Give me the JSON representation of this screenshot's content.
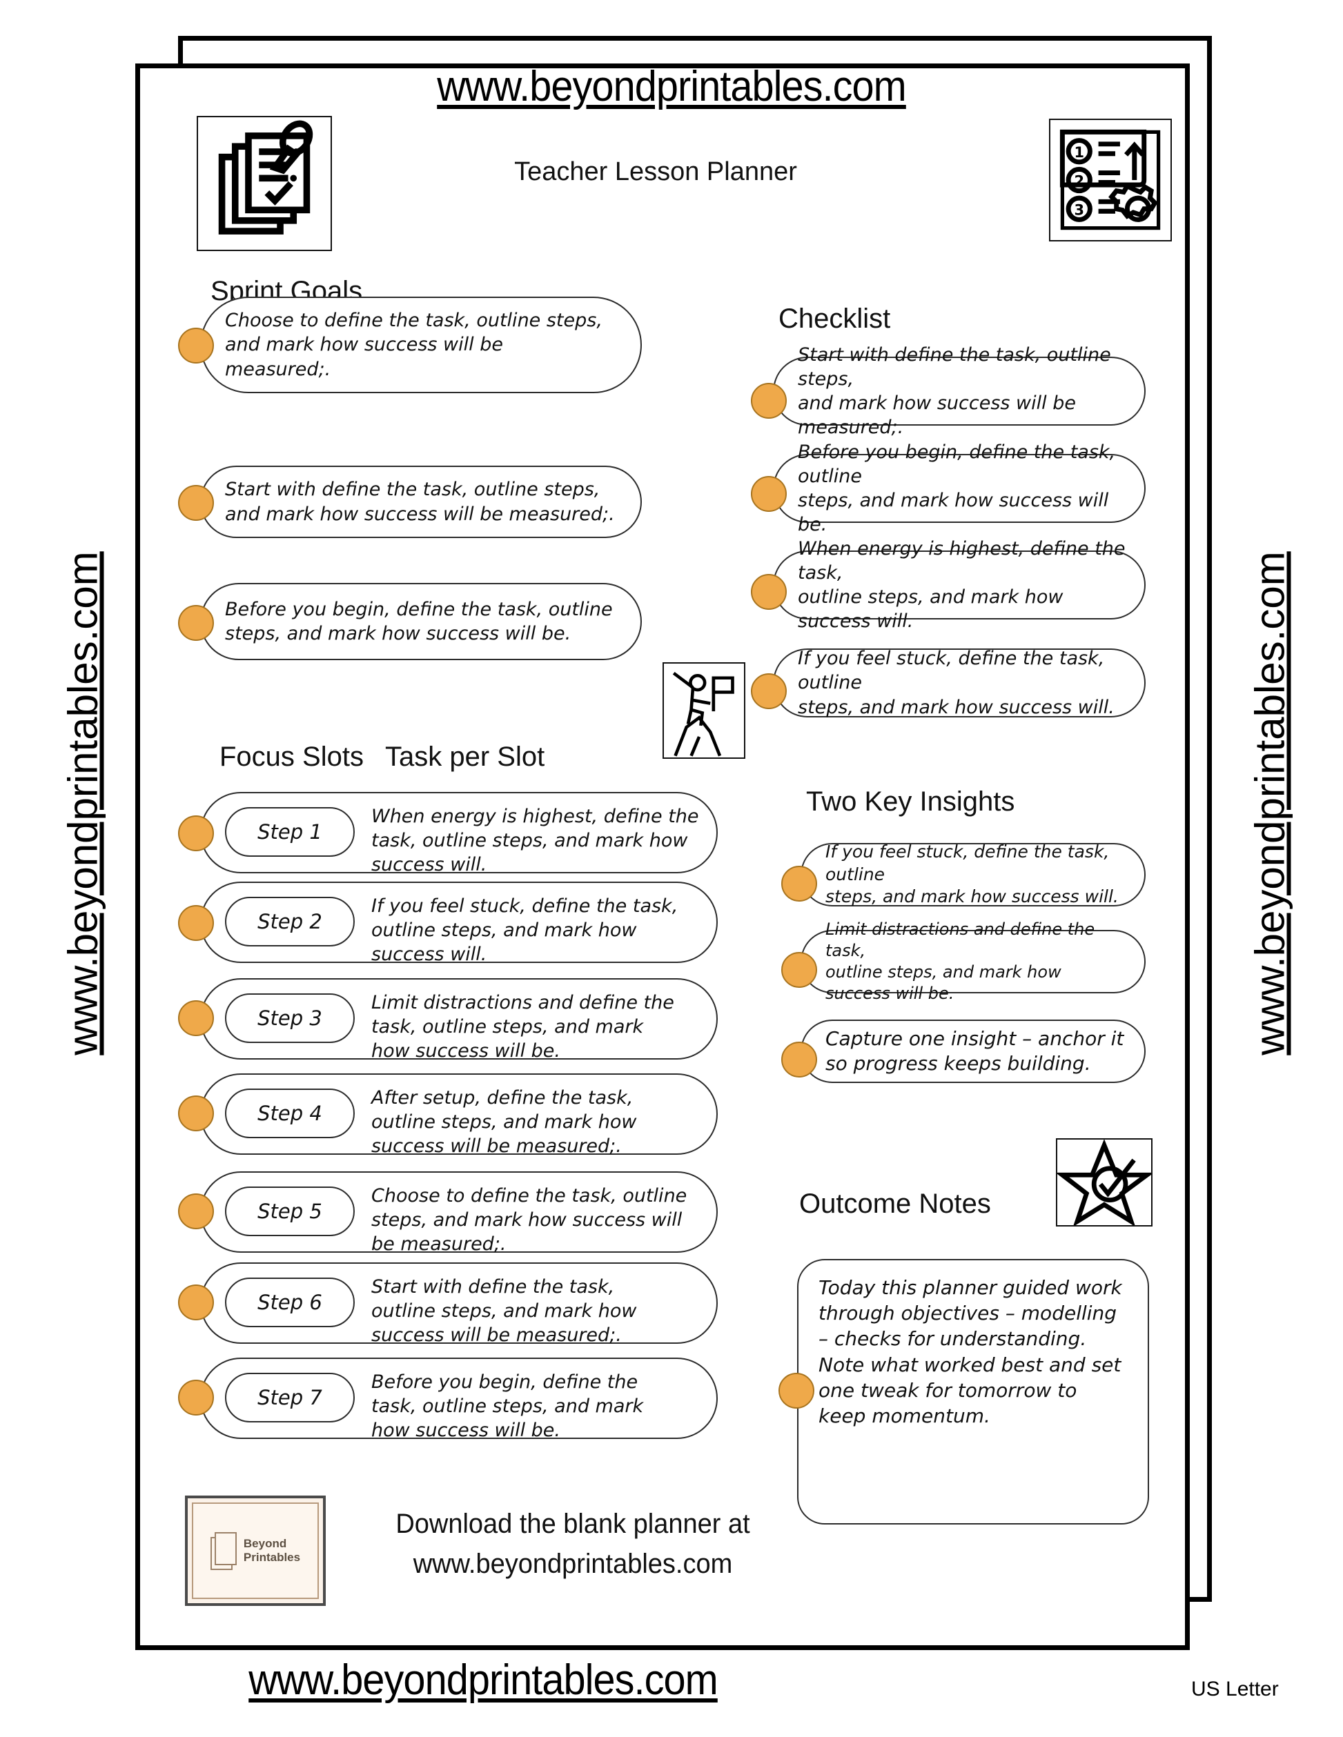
{
  "branding": {
    "watermark_top": "www.beyondprintables.com",
    "watermark_bottom": "www.beyondprintables.com",
    "watermark_left": "www.beyondprintables.com",
    "watermark_right": "www.beyondprintables.com",
    "page_size_label": "US Letter",
    "logo_line1": "Beyond",
    "logo_line2": "Printables",
    "download_cta": "Download the blank planner at\nwww.beyondprintables.com"
  },
  "header": {
    "title": "Teacher Lesson Planner",
    "icon_left": "checklist-documents-pen-icon",
    "icon_right": "numbered-steps-gear-icon"
  },
  "accent_color": "#efa94a",
  "sections": {
    "sprint_goals": {
      "heading": "Sprint Goals",
      "items": [
        "Choose to define the task, outline steps,\nand mark how success will be\nmeasured;.",
        "Start with define the task, outline steps,\nand mark how success will be measured;.",
        "Before you begin, define the task, outline\nsteps, and mark how success will be."
      ]
    },
    "checklist": {
      "heading": "Checklist",
      "icon": "climber-flag-summit-icon",
      "items": [
        "Start with define the task, outline steps,\nand mark how success will be measured;.",
        "Before you begin, define the task, outline\nsteps, and mark how success will be.",
        "When energy is highest, define the task,\noutline steps, and mark how success will.",
        "If you feel stuck, define the task, outline\nsteps, and mark how success will."
      ]
    },
    "focus_slots": {
      "heading_left": "Focus Slots",
      "heading_right": "Task per Slot",
      "rows": [
        {
          "slot": "Step 1",
          "task": "When energy is highest, define the\ntask, outline steps, and mark how\nsuccess will."
        },
        {
          "slot": "Step 2",
          "task": "If you feel stuck, define the task,\noutline steps, and mark how\nsuccess will."
        },
        {
          "slot": "Step 3",
          "task": "Limit distractions and define the\ntask, outline steps, and mark\nhow success will be."
        },
        {
          "slot": "Step 4",
          "task": "After setup, define the task,\noutline steps, and mark how\nsuccess will be measured;."
        },
        {
          "slot": "Step 5",
          "task": "Choose to define the task, outline\nsteps, and mark how success will\nbe measured;."
        },
        {
          "slot": "Step 6",
          "task": "Start with define the task,\noutline steps, and mark how\nsuccess will be measured;."
        },
        {
          "slot": "Step 7",
          "task": "Before you begin, define the\ntask, outline steps, and mark\nhow success will be."
        }
      ]
    },
    "key_insights": {
      "heading": "Two Key Insights",
      "items": [
        "If you feel stuck, define the task, outline\nsteps, and mark how success will.",
        "Limit distractions and define the task,\noutline steps, and mark how success will be.",
        "Capture one insight – anchor it\nso progress keeps building."
      ]
    },
    "outcome_notes": {
      "heading": "Outcome Notes",
      "icon": "star-check-icon",
      "text": "Today this planner guided work\nthrough objectives – modelling\n– checks for understanding.\nNote what worked best and set\none tweak for tomorrow to\nkeep momentum."
    }
  }
}
